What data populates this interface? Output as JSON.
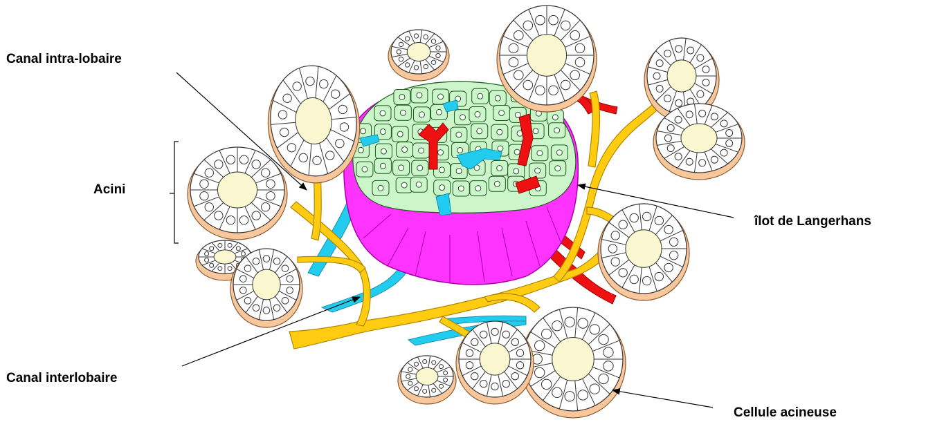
{
  "labels": {
    "canal_intra_lobaire": "Canal intra-lobaire",
    "acini": "Acini",
    "ilot": "îlot de Langerhans",
    "canal_interlobaire": "Canal interlobaire",
    "cellule_acineuse": "Cellule acineuse"
  },
  "colors": {
    "acinus_base": "#f9c79c",
    "acinus_cell": "#ffffff",
    "acinus_lumen": "#fbf7d0",
    "islet_cell": "#ccf5cc",
    "islet_capsule": "#ff33ff",
    "duct": "#ffcc11",
    "vein": "#22ccee",
    "artery": "#ee1111"
  }
}
